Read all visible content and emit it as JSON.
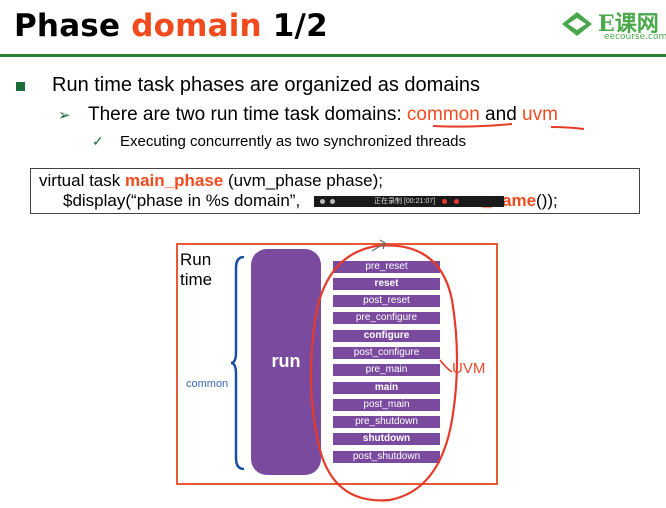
{
  "slide": {
    "title_part1": "Phase ",
    "title_accent": "domain",
    "title_part2": " 1/2",
    "logo_brand": "E课网",
    "logo_sub": "eecourse.com",
    "bullet1": "Run time task phases are organized as domains",
    "bullet2_prefix": "There are two run time task domains: ",
    "bullet2_common": "common",
    "bullet2_and": " and ",
    "bullet2_uvm": "uvm",
    "bullet3": "Executing concurrently as two synchronized threads"
  },
  "code": {
    "line1_prefix": "virtual  task  ",
    "line1_fn": "main_phase",
    "line1_suffix": " (uvm_phase  phase);",
    "line2_prefix": "$display(“phase in %s domain”,",
    "line2_fn": "_name",
    "line2_suffix": "());"
  },
  "recorder": {
    "text": "正在录制 [00:21:07]"
  },
  "diagram": {
    "runtime_line1": "Run",
    "runtime_line2": "time",
    "common_label": "common",
    "run_label": "run",
    "uvm_label": "UVM",
    "phases": [
      {
        "label": "pre_reset",
        "bold": false
      },
      {
        "label": "reset",
        "bold": true
      },
      {
        "label": "post_reset",
        "bold": false
      },
      {
        "label": "pre_configure",
        "bold": false
      },
      {
        "label": "configure",
        "bold": true
      },
      {
        "label": "post_configure",
        "bold": false
      },
      {
        "label": "pre_main",
        "bold": false
      },
      {
        "label": "main",
        "bold": true
      },
      {
        "label": "post_main",
        "bold": false
      },
      {
        "label": "pre_shutdown",
        "bold": false
      },
      {
        "label": "shutdown",
        "bold": true
      },
      {
        "label": "post_shutdown",
        "bold": false
      }
    ]
  },
  "colors": {
    "accent": "#f04b1f",
    "purple": "#7a4a9f",
    "green_rule": "#2e7d32",
    "blue_label": "#3b66b5"
  }
}
